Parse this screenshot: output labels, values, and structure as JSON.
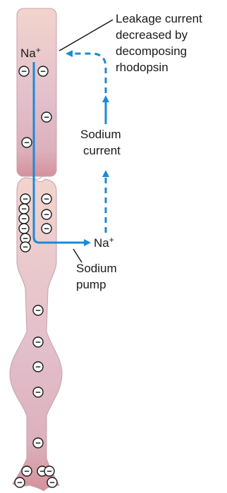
{
  "labels": {
    "leakage": [
      "Leakage current",
      "decreased by",
      "decomposing",
      "rhodopsin"
    ],
    "sodium_current": [
      "Sodium",
      "current"
    ],
    "sodium_pump": [
      "Sodium",
      "pump"
    ],
    "na_ion": "Na",
    "na_charge": "+",
    "negative_sign": "−"
  },
  "colors": {
    "cell_top": "#f2d2cc",
    "cell_mid": "#e4c0c8",
    "cell_bottom": "#d89aa3",
    "cell_outline": "#c59aa7",
    "current": "#1b8ad6",
    "pointer": "#111111"
  }
}
